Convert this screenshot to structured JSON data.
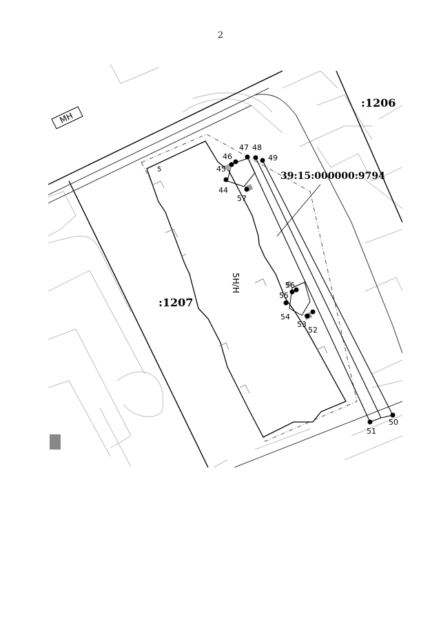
{
  "page": {
    "number": "2"
  },
  "map": {
    "parcels": {
      "west": ":1207",
      "east": ":1206"
    },
    "easement_id": "39:15:000000:9794",
    "building": {
      "label": "5Н/Н",
      "corner_label": "5"
    },
    "road_label": "МН",
    "points": [
      "44",
      "45",
      "46",
      "47",
      "48",
      "49",
      "50",
      "51",
      "52",
      "53",
      "54",
      "55",
      "56",
      "57"
    ]
  }
}
